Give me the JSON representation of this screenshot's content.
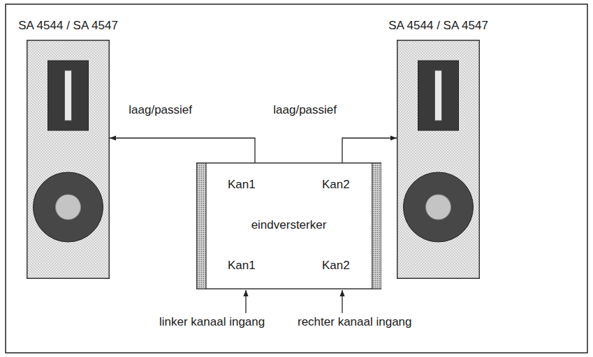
{
  "diagram": {
    "nodes": [
      {
        "text": [
          "SA 4544 / SA 4547"
        ]
      },
      {
        "text": [
          "SA 4544 / SA 4547"
        ]
      },
      {
        "text": [
          "Kan1",
          "Kan2",
          "eindversterker",
          "Kan1",
          "Kan2"
        ]
      }
    ],
    "edges": [
      {
        "from": 2,
        "to": 0,
        "arrow": "to",
        "label": "laag/passief"
      },
      {
        "from": 2,
        "to": 1,
        "arrow": "to",
        "label": "laag/passief"
      }
    ],
    "labels": [
      "linker kanaal ingang",
      "rechter kanaal ingang"
    ]
  }
}
